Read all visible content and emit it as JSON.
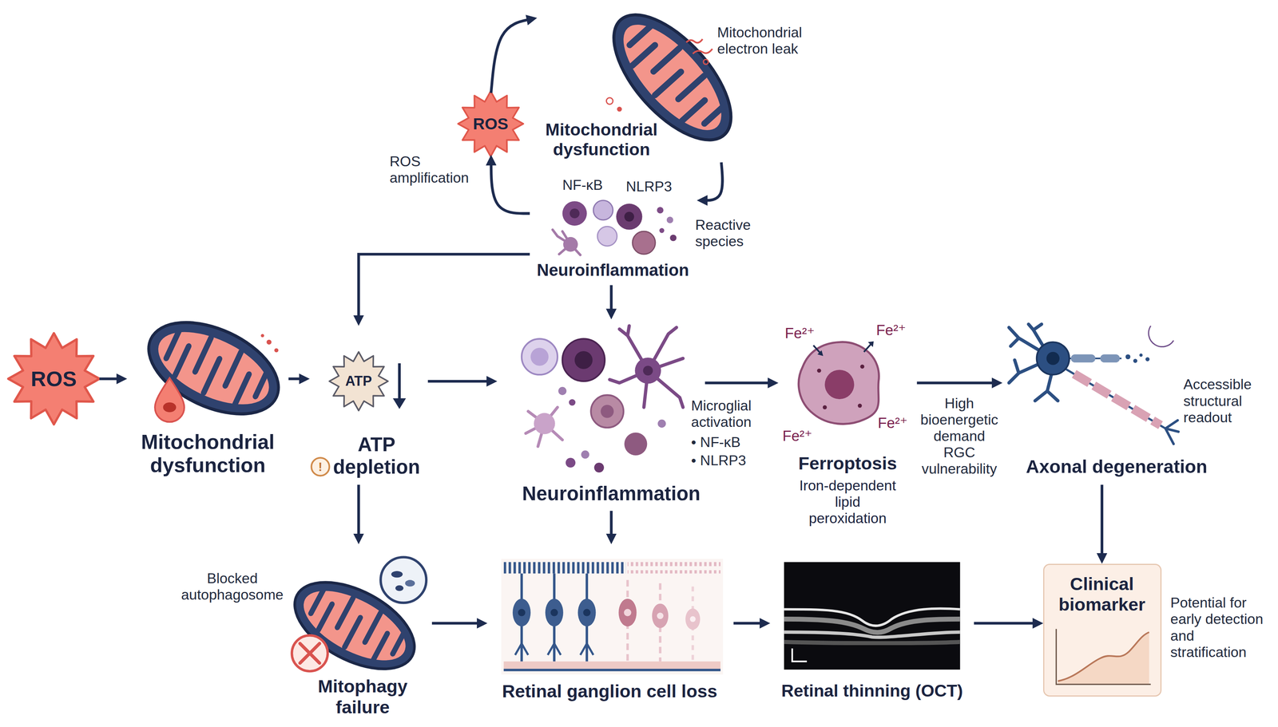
{
  "diagram": {
    "nodes": [
      {
        "text": [
          "ROS"
        ]
      },
      {
        "text": [
          "Mitochondrial dysfunction"
        ]
      },
      {
        "text": [
          "Neuroinflammation"
        ]
      },
      {
        "text": [
          "ROS"
        ]
      },
      {
        "text": [
          "Mitochondrial dysfunction"
        ]
      },
      {
        "text": [
          "ATP",
          "ATP depletion"
        ]
      },
      {
        "text": [
          "Neuroinflammation"
        ]
      },
      {
        "text": [
          "Ferroptosis",
          "Iron-dependent lipid peroxidation"
        ]
      },
      {
        "text": [
          "Axonal degeneration"
        ]
      },
      {
        "text": [
          "Mitophagy failure"
        ]
      },
      {
        "text": [
          "Retinal ganglion cell loss"
        ]
      },
      {
        "text": [
          "Retinal thinning (OCT)"
        ]
      },
      {
        "text": [
          "Clinical biomarker"
        ]
      }
    ],
    "edges": [
      {
        "from": 0,
        "to": 1,
        "arrow": "to"
      },
      {
        "from": 1,
        "to": 2,
        "arrow": "to"
      },
      {
        "from": 2,
        "to": 0,
        "label": "ROS amplification",
        "arrow": "to"
      },
      {
        "from": 2,
        "to": 5,
        "arrow": "to"
      },
      {
        "from": 2,
        "to": 6,
        "arrow": "to"
      },
      {
        "from": 3,
        "to": 4,
        "arrow": "to"
      },
      {
        "from": 4,
        "to": 5,
        "arrow": "to"
      },
      {
        "from": 5,
        "to": 6,
        "arrow": "to"
      },
      {
        "from": 6,
        "to": 7,
        "arrow": "to"
      },
      {
        "from": 7,
        "to": 8,
        "label": "High bioenergetic demand RGC vulnerability",
        "arrow": "to"
      },
      {
        "from": 5,
        "to": 9,
        "arrow": "to"
      },
      {
        "from": 6,
        "to": 10,
        "arrow": "to"
      },
      {
        "from": 9,
        "to": 10,
        "arrow": "to"
      },
      {
        "from": 10,
        "to": 11,
        "arrow": "to"
      },
      {
        "from": 11,
        "to": 12,
        "arrow": "to"
      },
      {
        "from": 8,
        "to": 12,
        "arrow": "to"
      }
    ],
    "labels": [
      "Mitochondrial electron leak",
      "NF-κB",
      "NLRP3",
      "Reactive species",
      "!",
      "Microglial activation",
      "• NF-κB",
      "• NLRP3",
      "Fe²⁺",
      "Fe²⁺",
      "Fe²⁺",
      "Fe²⁺",
      "Accessible structural readout",
      "Blocked autophagosome",
      "Potential for early detection and stratification"
    ]
  }
}
